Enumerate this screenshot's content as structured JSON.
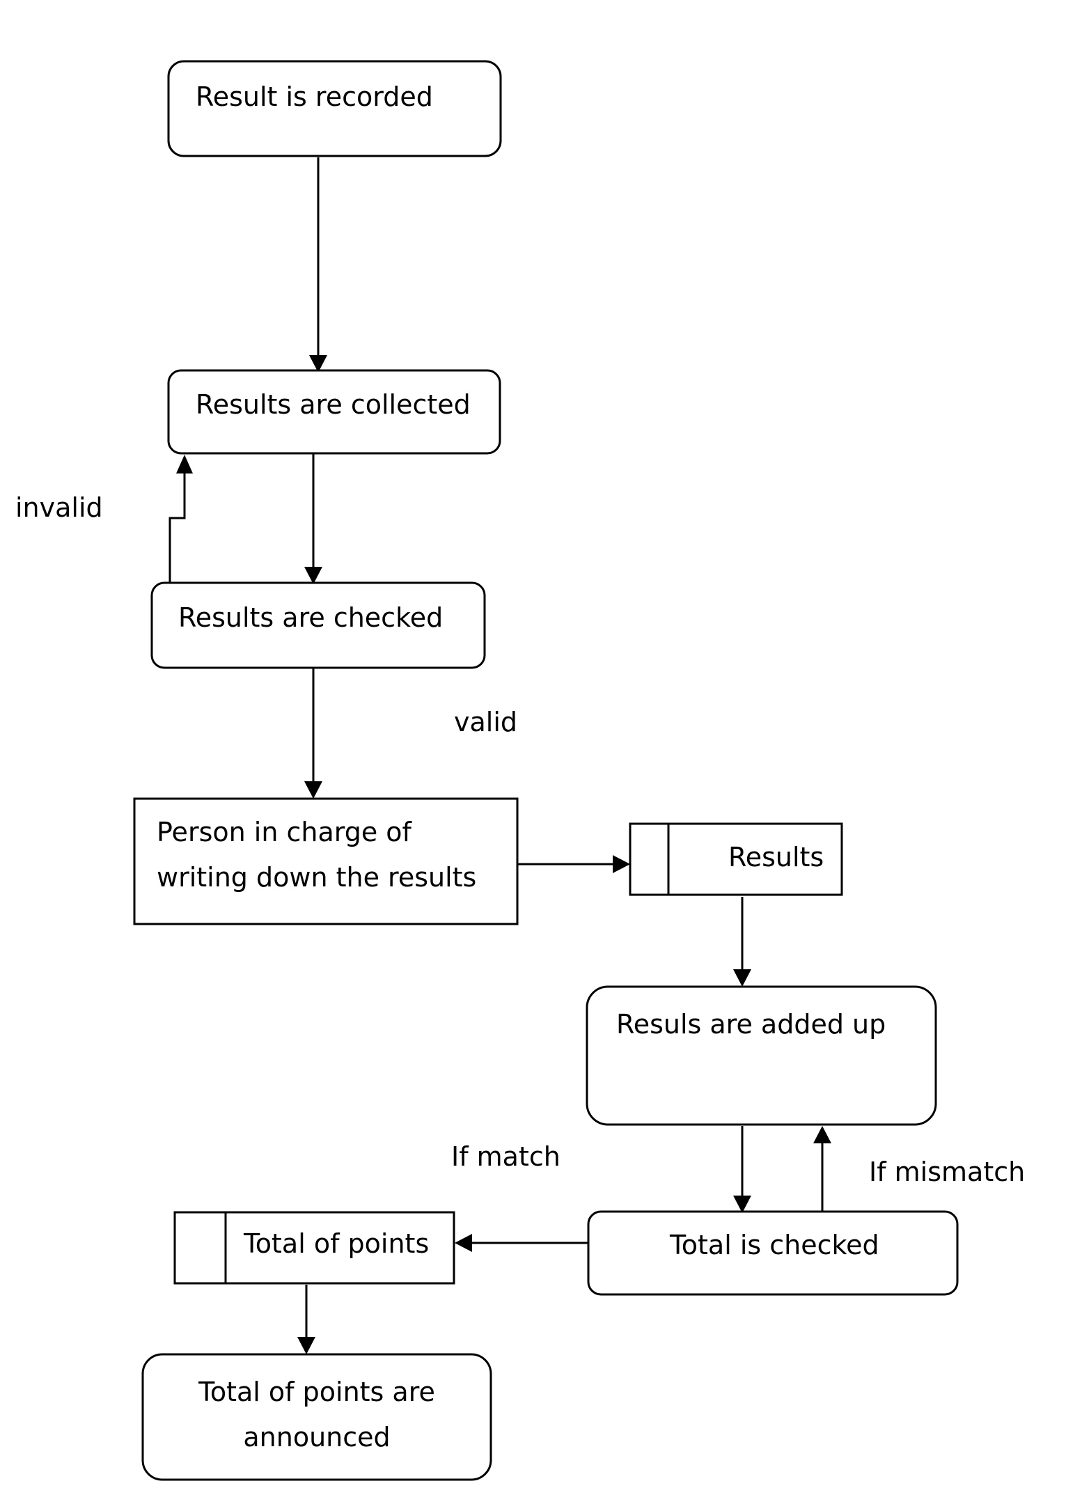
{
  "nodes": {
    "result_recorded": "Result is recorded",
    "results_collected": "Results are collected",
    "results_checked": "Results are checked",
    "person_line1": "Person in charge of",
    "person_line2": "writing down the results",
    "results_store": "Results",
    "results_added": "Resuls are added up",
    "total_checked": "Total is checked",
    "total_points_store": "Total of points",
    "announced_line1": "Total of points are",
    "announced_line2": "announced"
  },
  "edge_labels": {
    "invalid": "invalid",
    "valid": "valid",
    "if_match": "If match",
    "if_mismatch": "If mismatch"
  }
}
